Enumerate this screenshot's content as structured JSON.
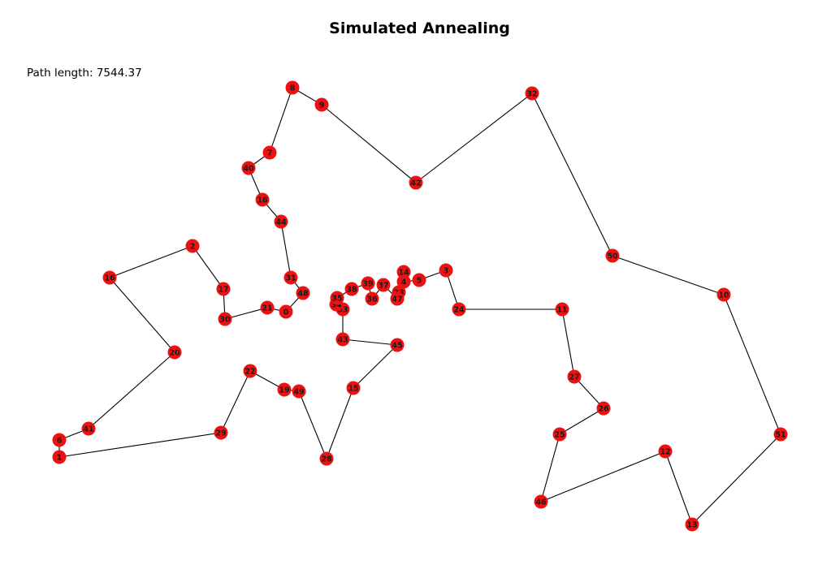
{
  "title": "Simulated Annealing",
  "path_label": "Path length:",
  "path_length": "7544.37",
  "colors": {
    "node_fill": "#ee1111",
    "edge": "#000000",
    "label": "#1a1a1a"
  },
  "tour": [
    8,
    9,
    42,
    32,
    50,
    10,
    51,
    13,
    12,
    46,
    25,
    26,
    27,
    11,
    24,
    3,
    5,
    4,
    14,
    23,
    47,
    37,
    36,
    39,
    38,
    35,
    34,
    33,
    43,
    45,
    15,
    28,
    49,
    19,
    22,
    29,
    1,
    6,
    41,
    20,
    16,
    2,
    17,
    30,
    21,
    0,
    48,
    31,
    44,
    18,
    40,
    7,
    8
  ]
}
